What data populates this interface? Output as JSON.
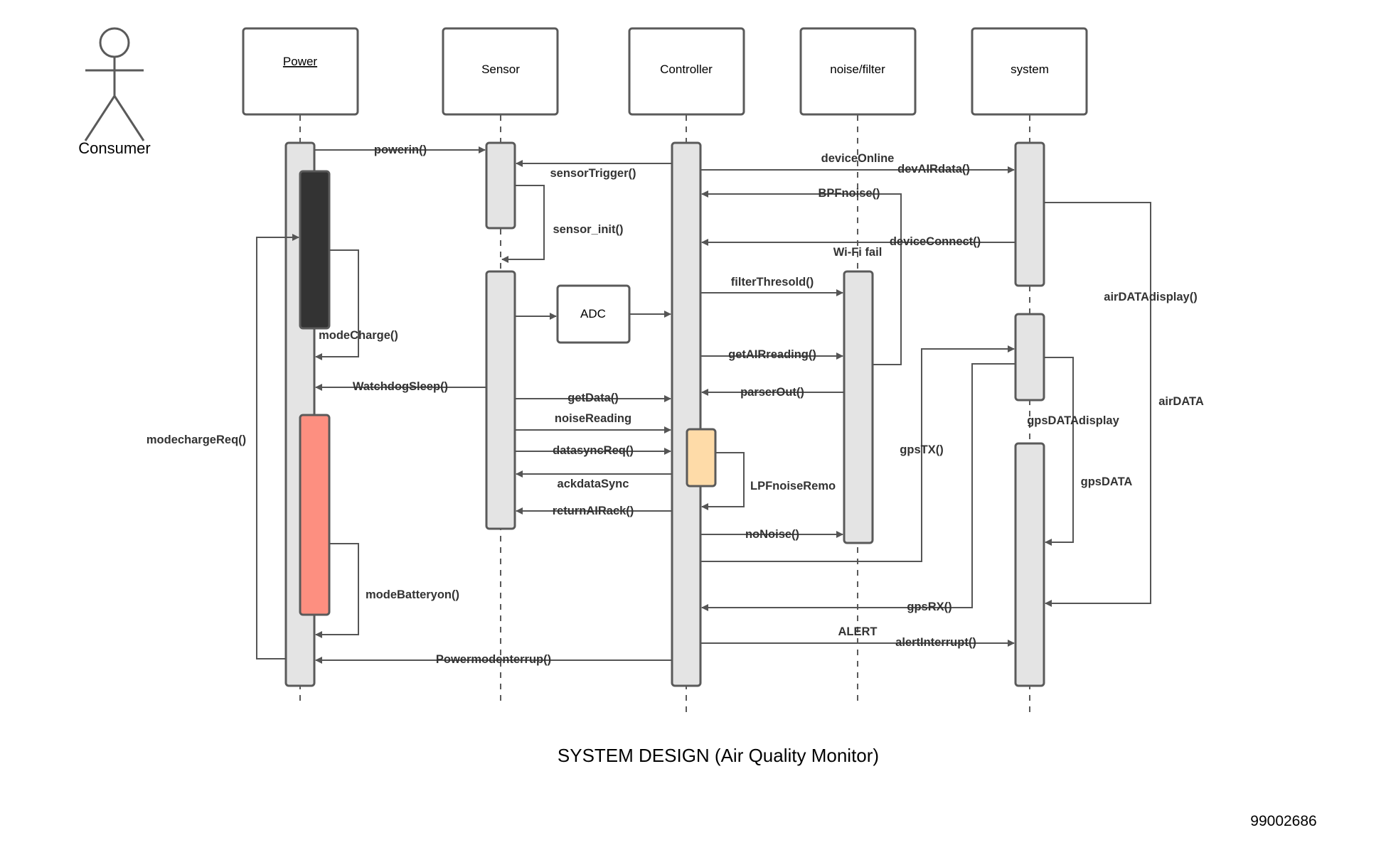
{
  "actor": {
    "label": "Consumer"
  },
  "participants": {
    "power": "Power",
    "sensor": "Sensor",
    "controller": "Controller",
    "noise_filter": "noise/filter",
    "system": "system"
  },
  "adc": {
    "label": "ADC"
  },
  "messages": {
    "powerin": "powerin()",
    "sensorTrigger": "sensorTrigger()",
    "sensor_init": "sensor_init()",
    "deviceOnline": "deviceOnline",
    "devAIRdata": "devAIRdata()",
    "BPFnoise": "BPFnoise()",
    "deviceConnect": "deviceConnect()",
    "wifiFail": "Wi-Fi fail",
    "filterThresold": "filterThresold()",
    "airDATAdisplay": "airDATAdisplay()",
    "modeCharge": "modeCharge()",
    "getAIRreading": "getAIRreading()",
    "WatchdogSleep": "WatchdogSleep()",
    "parserOut": "parserOut()",
    "getData": "getData()",
    "airDATA": "airDATA",
    "gpsDATAdisplay": "gpsDATAdisplay",
    "noiseReading": "noiseReading",
    "modechargeReq": "modechargeReq()",
    "gpsTX": "gpsTX()",
    "datasyncReq": "datasyncReq()",
    "ackdataSync": "ackdataSync",
    "gpsDATA": "gpsDATA",
    "LPFnoiseRemo": "LPFnoiseRemo",
    "returnAIRack": "returnAIRack()",
    "noNoise": "noNoise()",
    "modeBatteryon": "modeBatteryon()",
    "gpsRX": "gpsRX()",
    "ALERT": "ALERT",
    "alertInterrupt": "alertInterrupt()",
    "Powermodenterrup": "Powermodenterrup()"
  },
  "caption": "SYSTEM DESIGN  (Air Quality Monitor)",
  "diagram_id": "99002686",
  "colors": {
    "activation": "#e4e4e4",
    "charge_block": "#333333",
    "battery_block": "#fd8f80",
    "lpf_block": "#fedba8",
    "line": "#555555"
  }
}
